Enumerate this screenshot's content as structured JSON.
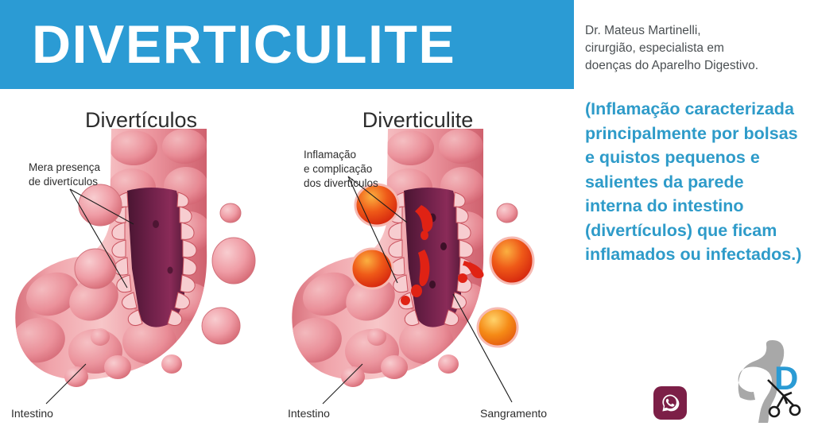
{
  "banner": {
    "title": "DIVERTICULITE",
    "background_color": "#2b9bd4",
    "title_color": "#ffffff"
  },
  "doctor_credit": {
    "lines": [
      "Dr. Mateus Martinelli,",
      "cirurgião, especialista em",
      "doenças do Aparelho Digestivo."
    ],
    "color": "#4a4f52"
  },
  "description": {
    "text": "(Inflamação caracterizada principalmente por bolsas e quistos pequenos e salientes da parede interna do intestino (divertículos) que ficam inflamados ou infectados.)",
    "color": "#2e9bc9"
  },
  "panels": {
    "left": {
      "heading": "Divertículos",
      "callout": "Mera presença\nde divertículos",
      "bottom_label": "Intestino"
    },
    "right": {
      "heading": "Diverticulite",
      "callout": "Inflamação\ne complicação\ndos divertículos",
      "bottom_label": "Intestino",
      "bleeding_label": "Sangramento"
    }
  },
  "illustration_colors": {
    "intestine_pink_light": "#f3aeb2",
    "intestine_pink": "#e8868f",
    "intestine_pink_dark": "#d4646f",
    "lumen_dark": "#5e1c3e",
    "lumen_mid": "#7d2450",
    "fold_pale": "#f7cdd0",
    "inflamed_red": "#e8341c",
    "inflamed_orange": "#f08020",
    "blood_red": "#e02214"
  },
  "branding": {
    "whatsapp_icon": "whatsapp-icon",
    "whatsapp_color": "#7c1f47",
    "logo_letter": "D",
    "logo_letter_color": "#2b9bd4",
    "logo_stomach_color": "#a8a8a8",
    "logo_instrument_color": "#1a1a1a"
  }
}
